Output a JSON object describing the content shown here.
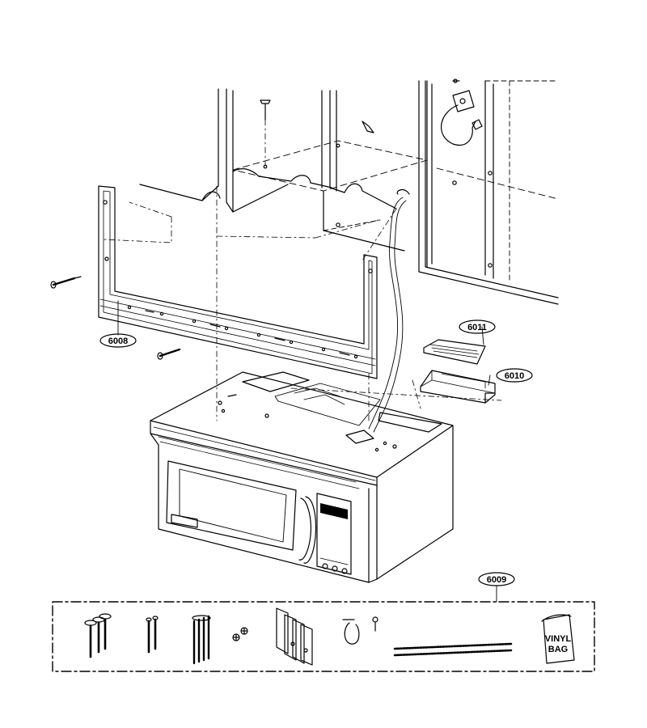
{
  "callouts": {
    "mounting_plate": "6008",
    "hardware_kit": "6009",
    "damper_assembly": "6010",
    "damper_cover": "6011"
  },
  "vinyl_bag": {
    "line1": "VINYL",
    "line2": "BAG"
  },
  "colors": {
    "line": "#000000",
    "background": "#ffffff"
  }
}
